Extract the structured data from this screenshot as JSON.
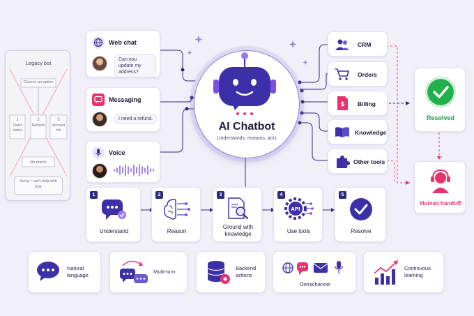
{
  "legacy": {
    "title": "Legacy bot",
    "choose": "Choose an option",
    "options": [
      "1",
      "2",
      "3"
    ],
    "option_labels": [
      "Order status",
      "Refunds",
      "Account info"
    ],
    "no_match": "No match",
    "sorry": "Sorry, I can't help with that"
  },
  "channels": [
    {
      "title": "Web chat",
      "message": "Can you update my address?",
      "icon": "globe-icon"
    },
    {
      "title": "Messaging",
      "message": "I need a refund.",
      "icon": "message-icon"
    },
    {
      "title": "Voice",
      "message": "",
      "icon": "microphone-icon"
    }
  ],
  "center": {
    "title": "AI Chatbot",
    "subtitle": "Understands, reasons, acts",
    "icon": "robot-icon"
  },
  "tools": [
    {
      "label": "CRM",
      "icon": "users-icon"
    },
    {
      "label": "Orders",
      "icon": "cart-icon"
    },
    {
      "label": "Billing",
      "icon": "invoice-icon"
    },
    {
      "label": "Knowledge",
      "icon": "book-icon"
    },
    {
      "label": "Other tools",
      "icon": "puzzle-icon"
    }
  ],
  "outcomes": {
    "resolved": "Resolved",
    "handoff": "Human handoff"
  },
  "steps": [
    {
      "num": "1",
      "label": "Understand",
      "icon": "chat-check-icon"
    },
    {
      "num": "2",
      "label": "Reason",
      "icon": "brain-icon"
    },
    {
      "num": "3",
      "label": "Ground with knowledge",
      "icon": "document-search-icon"
    },
    {
      "num": "4",
      "label": "Use tools",
      "icon": "api-gear-icon"
    },
    {
      "num": "5",
      "label": "Resolve",
      "icon": "check-circle-icon"
    }
  ],
  "features": [
    {
      "label": "Natural language",
      "icon": "speech-bubble-icon"
    },
    {
      "label": "Multi-turn",
      "icon": "multi-turn-icon"
    },
    {
      "label": "Backend actions",
      "icon": "database-gear-icon"
    },
    {
      "label": "Omnichannel",
      "icon": "omnichannel-icon"
    },
    {
      "label": "Continuous learning",
      "icon": "growth-chart-icon"
    }
  ],
  "colors": {
    "primary": "#3d2fa8",
    "accent": "#7b4fe0",
    "pink": "#e8336d",
    "green": "#21b04b",
    "navy": "#2d2a7e"
  }
}
